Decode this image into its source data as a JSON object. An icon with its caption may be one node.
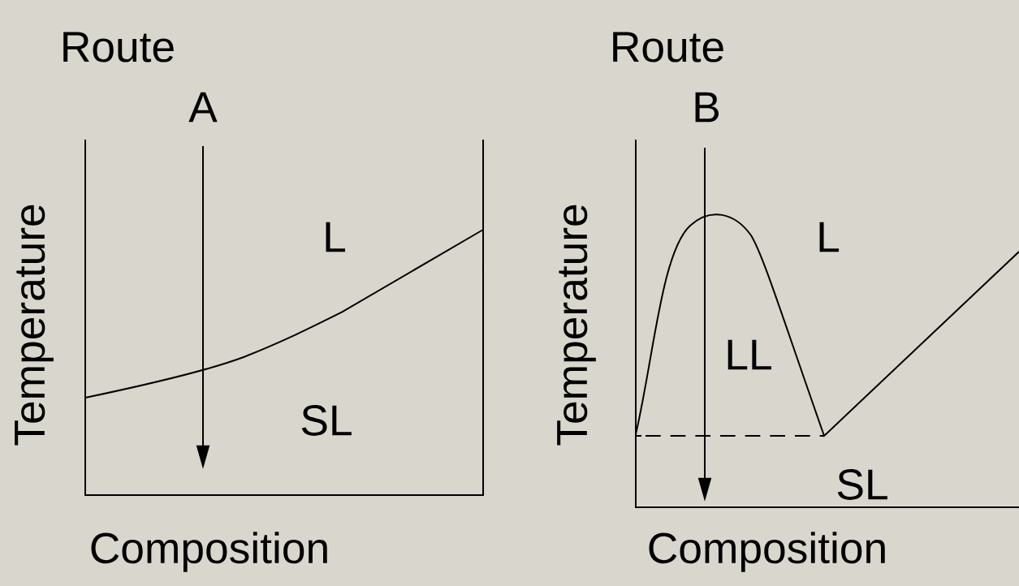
{
  "diagram": {
    "labels": [
      "Route",
      "A",
      "Temperature",
      "L",
      "SL",
      "Composition",
      "Route",
      "B",
      "Temperature",
      "L",
      "LL",
      "SL",
      "Composition"
    ]
  }
}
